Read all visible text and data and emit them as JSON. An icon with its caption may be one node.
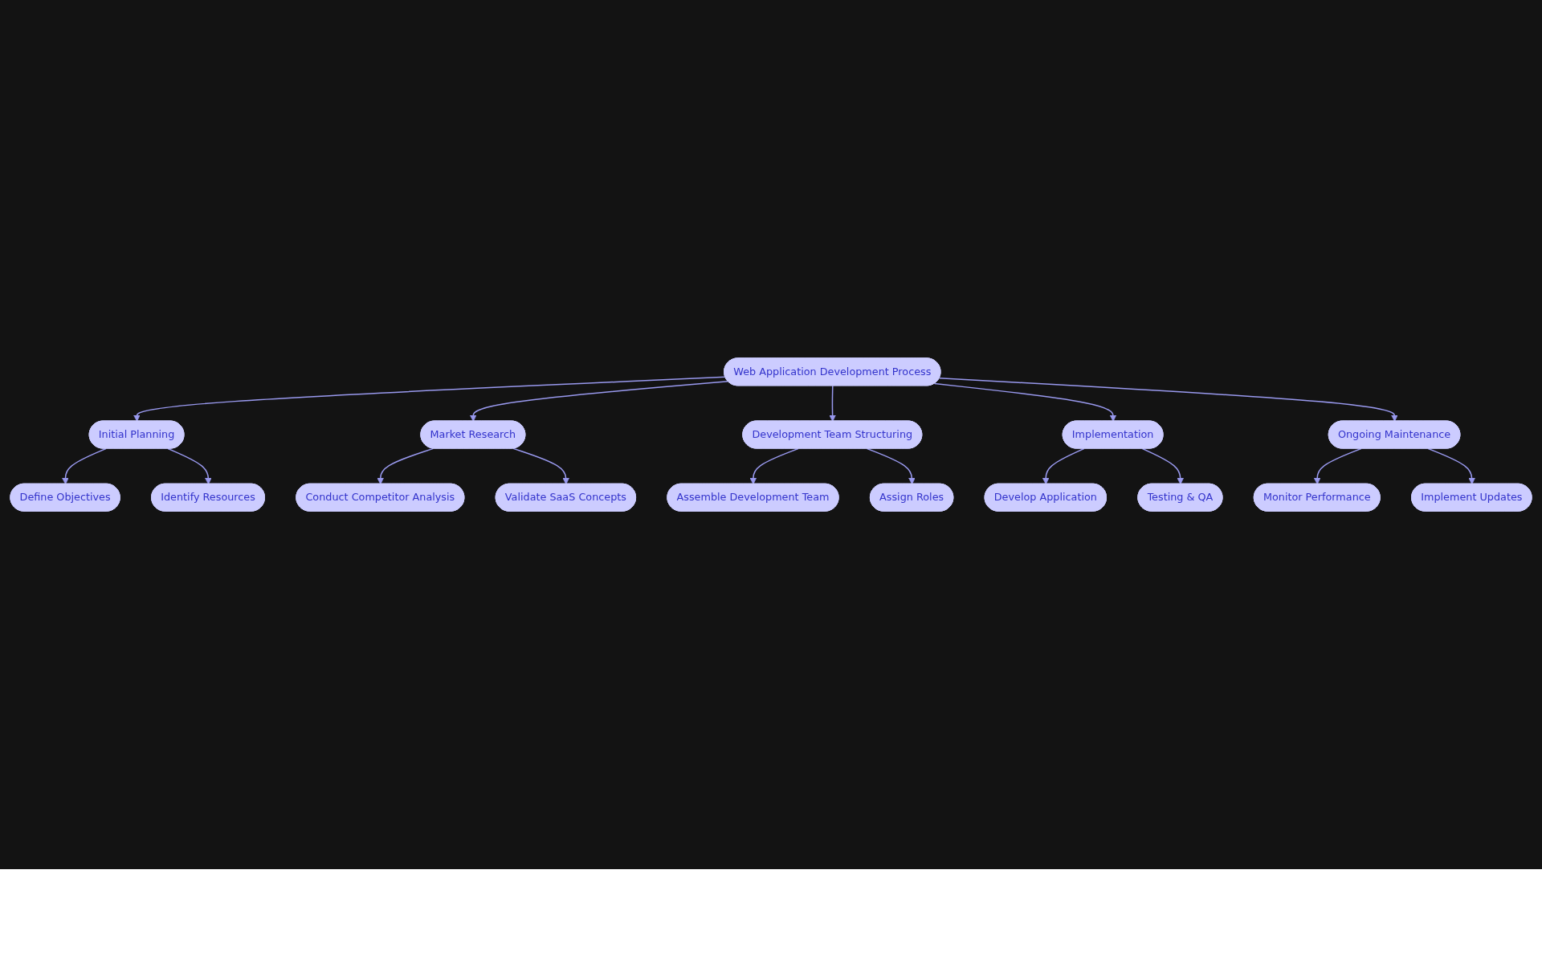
{
  "diagram": {
    "nodes": [
      {
        "text": [
          "Web Application Development Process"
        ]
      },
      {
        "text": [
          "Initial Planning"
        ]
      },
      {
        "text": [
          "Market Research"
        ]
      },
      {
        "text": [
          "Development Team Structuring"
        ]
      },
      {
        "text": [
          "Implementation"
        ]
      },
      {
        "text": [
          "Ongoing Maintenance"
        ]
      },
      {
        "text": [
          "Define Objectives"
        ]
      },
      {
        "text": [
          "Identify Resources"
        ]
      },
      {
        "text": [
          "Conduct Competitor Analysis"
        ]
      },
      {
        "text": [
          "Validate SaaS Concepts"
        ]
      },
      {
        "text": [
          "Assemble Development Team"
        ]
      },
      {
        "text": [
          "Assign Roles"
        ]
      },
      {
        "text": [
          "Develop Application"
        ]
      },
      {
        "text": [
          "Testing & QA"
        ]
      },
      {
        "text": [
          "Monitor Performance"
        ]
      },
      {
        "text": [
          "Implement Updates"
        ]
      }
    ],
    "edges": [
      {
        "from": 0,
        "to": 1,
        "arrow": "to"
      },
      {
        "from": 0,
        "to": 2,
        "arrow": "to"
      },
      {
        "from": 0,
        "to": 3,
        "arrow": "to"
      },
      {
        "from": 0,
        "to": 4,
        "arrow": "to"
      },
      {
        "from": 0,
        "to": 5,
        "arrow": "to"
      },
      {
        "from": 1,
        "to": 6,
        "arrow": "to"
      },
      {
        "from": 1,
        "to": 7,
        "arrow": "to"
      },
      {
        "from": 2,
        "to": 8,
        "arrow": "to"
      },
      {
        "from": 2,
        "to": 9,
        "arrow": "to"
      },
      {
        "from": 3,
        "to": 10,
        "arrow": "to"
      },
      {
        "from": 3,
        "to": 11,
        "arrow": "to"
      },
      {
        "from": 4,
        "to": 12,
        "arrow": "to"
      },
      {
        "from": 4,
        "to": 13,
        "arrow": "to"
      },
      {
        "from": 5,
        "to": 14,
        "arrow": "to"
      },
      {
        "from": 5,
        "to": 15,
        "arrow": "to"
      }
    ]
  }
}
